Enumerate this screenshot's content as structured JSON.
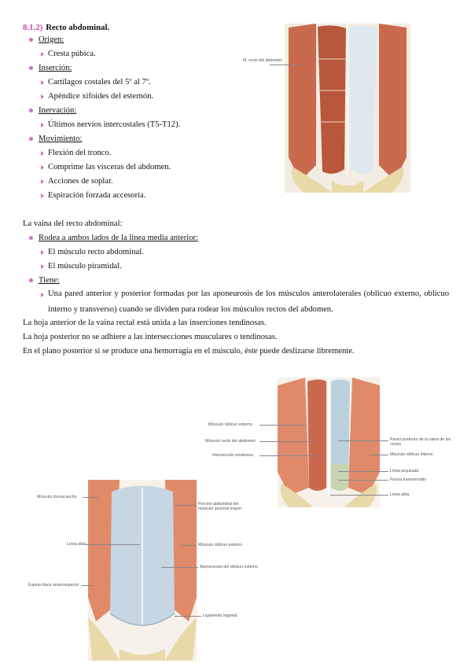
{
  "section": {
    "number": "8.1.2)",
    "title": "Recto abdominal."
  },
  "groups": [
    {
      "heading": "Origen",
      "items": [
        "Cresta púbica."
      ]
    },
    {
      "heading": "Inserción",
      "items": [
        "Cartílagos costales del 5º al 7º.",
        "Apéndice xifoides del esternón."
      ]
    },
    {
      "heading": "Inervación",
      "items": [
        "Últimos nervios intercostales (T5-T12)."
      ]
    },
    {
      "heading": "Movimiento",
      "items": [
        "Flexión del tronco.",
        "Comprime las vísceras del abdomen.",
        "Acciones de soplar.",
        "Espiración forzada accesoria."
      ]
    }
  ],
  "sheath": {
    "intro": "La vaina del recto abdominal:",
    "groups": [
      {
        "heading": "Rodea a ambos lados de la línea media anterior",
        "items": [
          "El músculo recto abdominal.",
          "El músculo piramidal."
        ]
      },
      {
        "heading": "Tiene",
        "paragraph": "Una pared anterior y posterior formadas por las aponeurosis de los músculos anterolaterales (oblicuo externo, oblicuo interno y transverso) cuando se dividen para rodear los músculos rectos del abdomen."
      }
    ],
    "notes": [
      "La hoja anterior de la vaina rectal está unida a las inserciones tendinosas.",
      "La hoja posterior no se adhiere a las intersecciones musculares o tendinosas.",
      "En el plano posterior si se produce una hemorragia en el músculo, éste puede deslizarse libremente."
    ]
  },
  "figure1": {
    "label": "M. recto del abdomen"
  },
  "figure2": {
    "labels_left": [
      "Músculo oblicuo externo",
      "Músculo recto del abdomen",
      "Intersección tendinosa"
    ],
    "labels_right": [
      "Pared posterior de la vaina de los rectos",
      "Músculo oblicuo interno",
      "Línea arqueada",
      "Fascia transversalis",
      "Línea alba"
    ]
  },
  "figure3": {
    "labels_left": [
      "Músculo dorsal ancho",
      "Línea alba",
      "Espina ilíaca anterosuperior"
    ],
    "labels_right": [
      "Porción abdominal del músculo pectoral mayor",
      "Músculo oblicuo externo",
      "Aponeurosis del oblicuo externo",
      "Ligamento inguinal"
    ]
  },
  "colors": {
    "accent": "#d23fa3",
    "bullet": "#d96bbf",
    "muscle": "#c96a4e",
    "sheath": "#bcd1de",
    "bone": "#e8d9a8"
  }
}
